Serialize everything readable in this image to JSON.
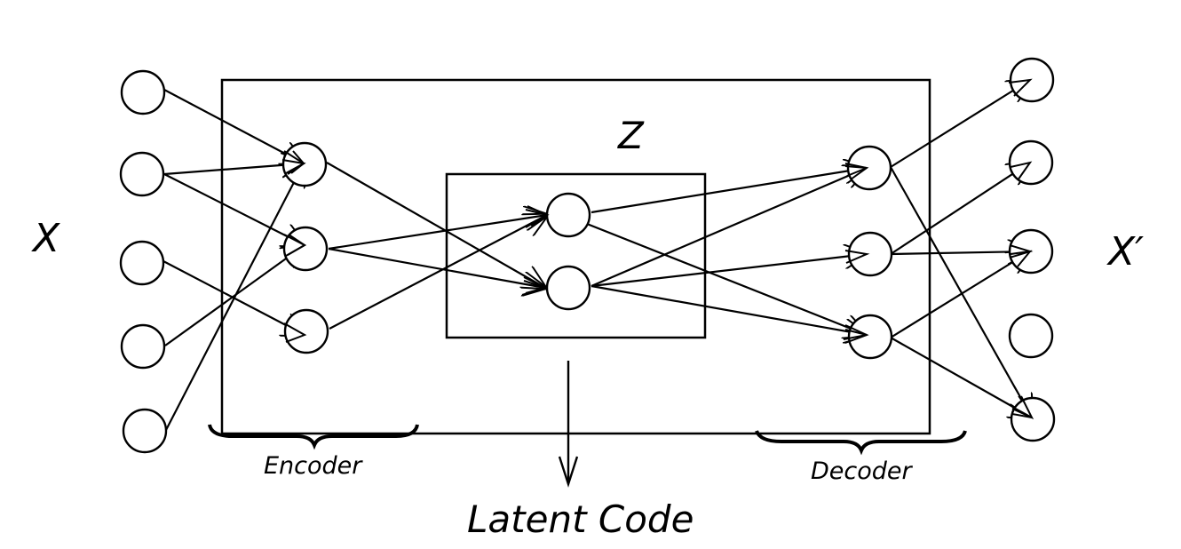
{
  "labels": {
    "input": "X",
    "output": "X′",
    "latent_space": "Z",
    "encoder": "Encoder",
    "decoder": "Decoder",
    "latent_code": "Latent Code"
  },
  "colors": {
    "stroke": "#000000",
    "background": "#ffffff"
  }
}
